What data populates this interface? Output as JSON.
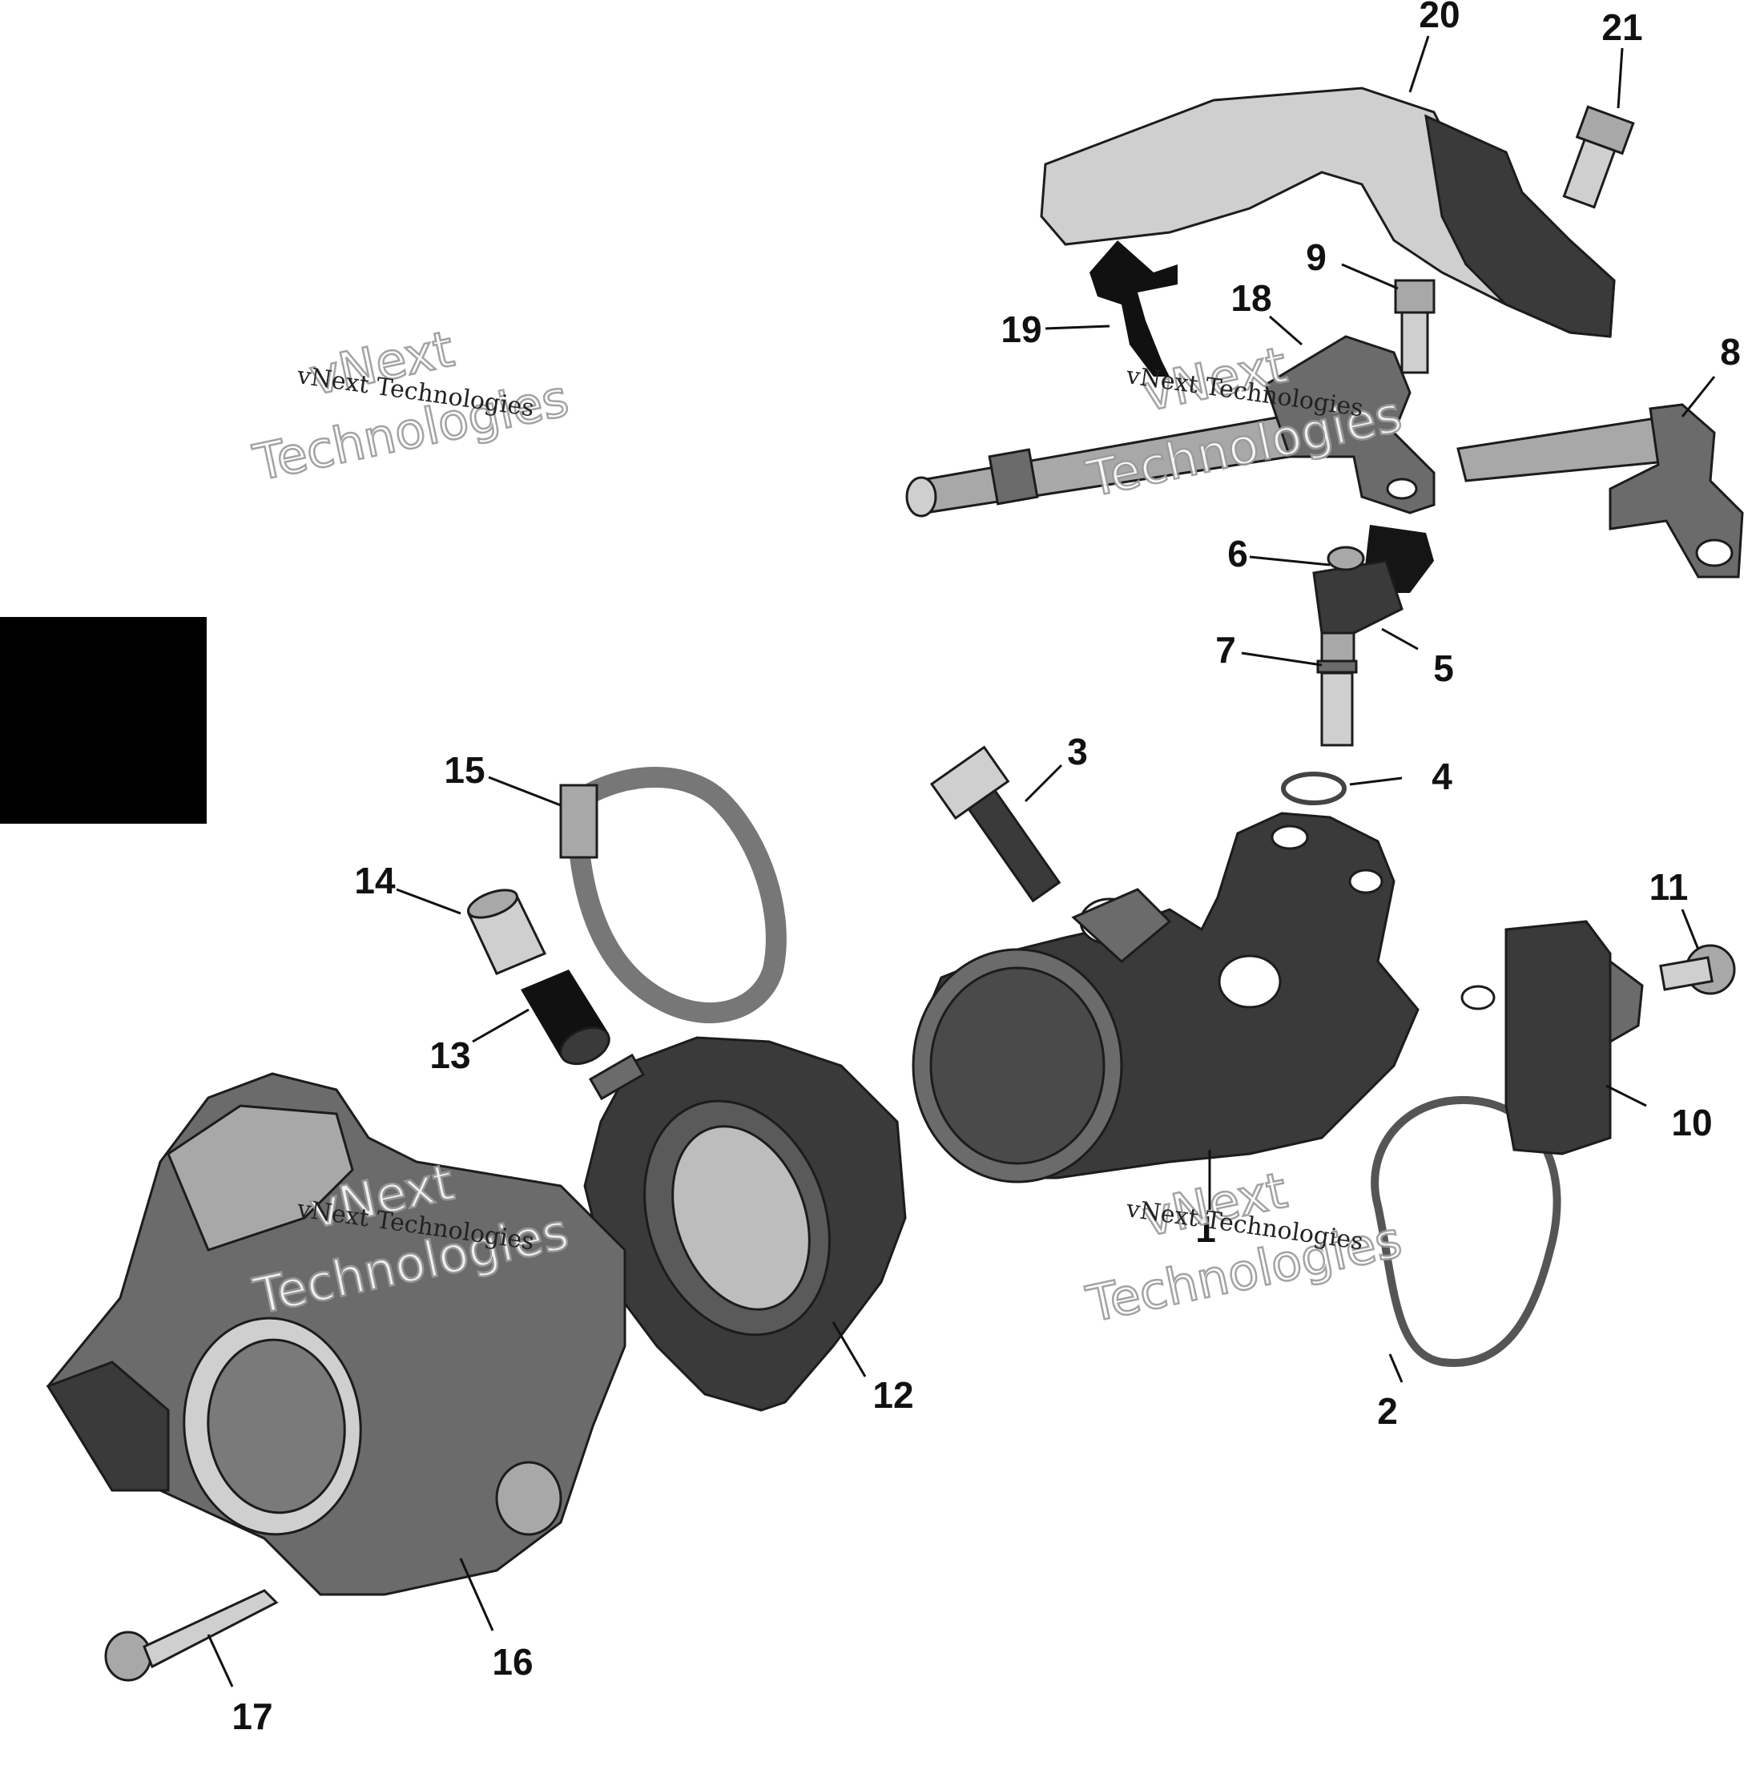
{
  "diagram": {
    "callouts": [
      "1",
      "2",
      "3",
      "4",
      "5",
      "6",
      "7",
      "8",
      "9",
      "10",
      "11",
      "12",
      "13",
      "14",
      "15",
      "16",
      "17",
      "18",
      "19",
      "20",
      "21"
    ],
    "watermark": {
      "small_text": "vNext Technologies",
      "big_line1": "vNext",
      "big_line2": "Technologies"
    }
  }
}
